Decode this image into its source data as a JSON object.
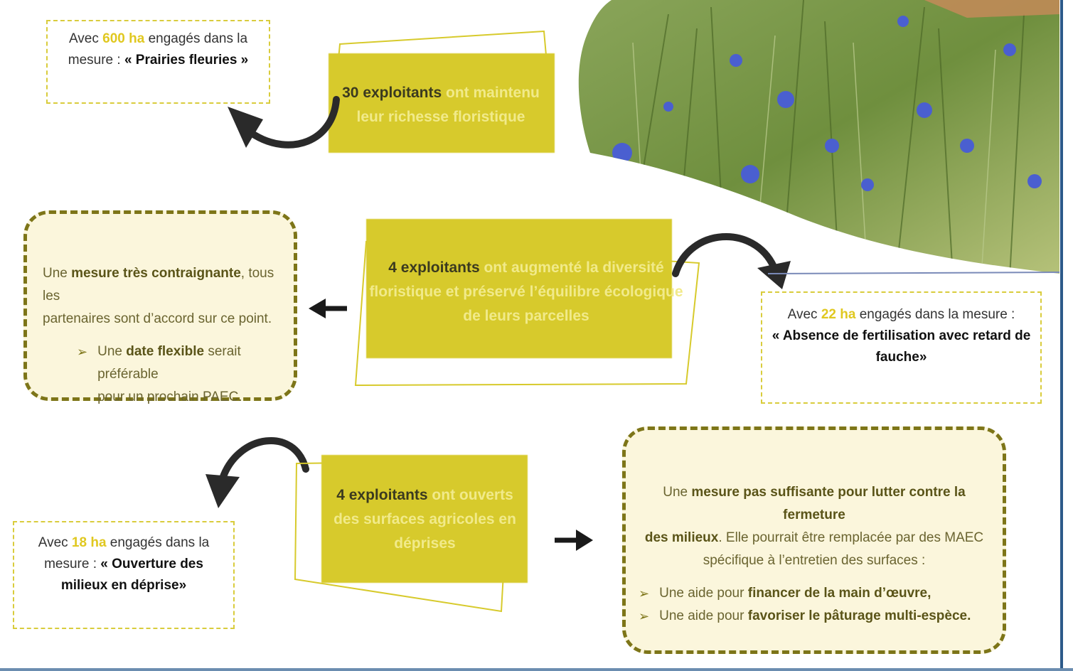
{
  "top_left_box": {
    "line1_pre": "Avec ",
    "line1_ha": "600 ha",
    "line1_post": " engagés dans la",
    "line2_pre": "mesure : ",
    "line2_bold": "« Prairies fleuries »"
  },
  "center_top": {
    "count": "30 exploitants",
    "rest1": " ont maintenu",
    "rest2": "leur richesse floristique"
  },
  "center_middle": {
    "count": "4 exploitants",
    "rest1": " ont augmenté la diversité",
    "line2": "floristique et préservé l’équilibre écologique",
    "line3": "de leurs parcelles"
  },
  "left_panel": {
    "p1_pre": "Une ",
    "p1_bold": "mesure très contraignante",
    "p1_post": ", tous les",
    "p1_line2": "partenaires sont d’accord sur ce point.",
    "bullet_pre": "Une ",
    "bullet_bold": "date flexible",
    "bullet_post": " serait préférable",
    "bullet_line2": "pour un prochain PAEC."
  },
  "right_box": {
    "line1_pre": "Avec ",
    "line1_ha": "22 ha",
    "line1_post": " engagés dans la mesure :",
    "line2": "« Absence de fertilisation avec retard de",
    "line3": "fauche»"
  },
  "center_bottom": {
    "count": "4 exploitants",
    "rest1": " ont ouverts",
    "line2": "des surfaces agricoles en",
    "line3": "déprises"
  },
  "bottom_left_box": {
    "line1_pre": "Avec ",
    "line1_ha": "18 ha",
    "line1_post": " engagés dans la",
    "line2_pre": "mesure : ",
    "line2_bold": "« Ouverture des",
    "line3_bold": "milieux en déprise»"
  },
  "right_panel": {
    "p1_pre": "Une ",
    "p1_bold": "mesure pas suffisante pour lutter contre la fermeture",
    "p1_line2_bold": "des milieux",
    "p1_line2_post": ". Elle pourrait être remplacée par des MAEC",
    "p1_line3": "spécifique à l’entretien des surfaces :",
    "b1_pre": "Une aide pour ",
    "b1_bold": "financer de la main d’œuvre,",
    "b2_pre": "Une aide pour ",
    "b2_bold": "favoriser le pâturage multi-espèce."
  },
  "colors": {
    "yellow_block": "#d7ca2c",
    "highlight": "#e0c820",
    "cream": "#fbf6dc",
    "olive_border": "#7d7518",
    "grass_green": "#6a8a3a",
    "cornflower": "#4a5fd0"
  }
}
